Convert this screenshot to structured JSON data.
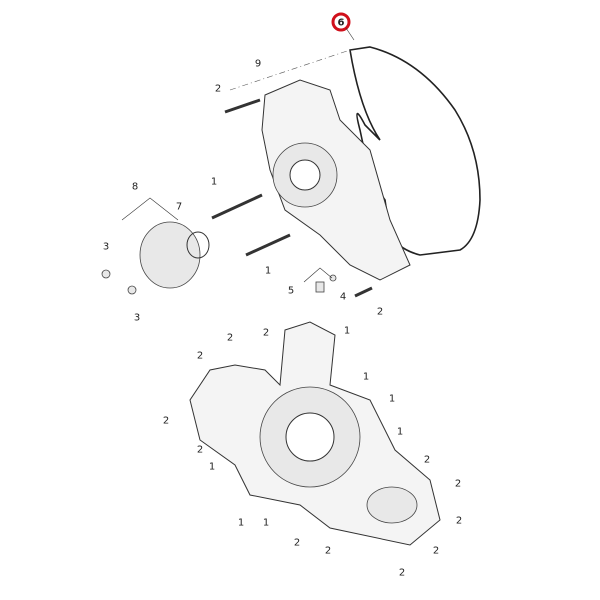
{
  "diagram": {
    "highlight_color": "#d0101b",
    "highlighted_callout": "6",
    "callouts": [
      "6",
      "9",
      "2",
      "1",
      "8",
      "7",
      "3",
      "1",
      "5",
      "4",
      "2",
      "3",
      "1",
      "2",
      "2",
      "2",
      "1",
      "1",
      "2",
      "1",
      "2",
      "1",
      "2",
      "2",
      "1",
      "1",
      "2",
      "2",
      "2",
      "2",
      "2"
    ]
  }
}
